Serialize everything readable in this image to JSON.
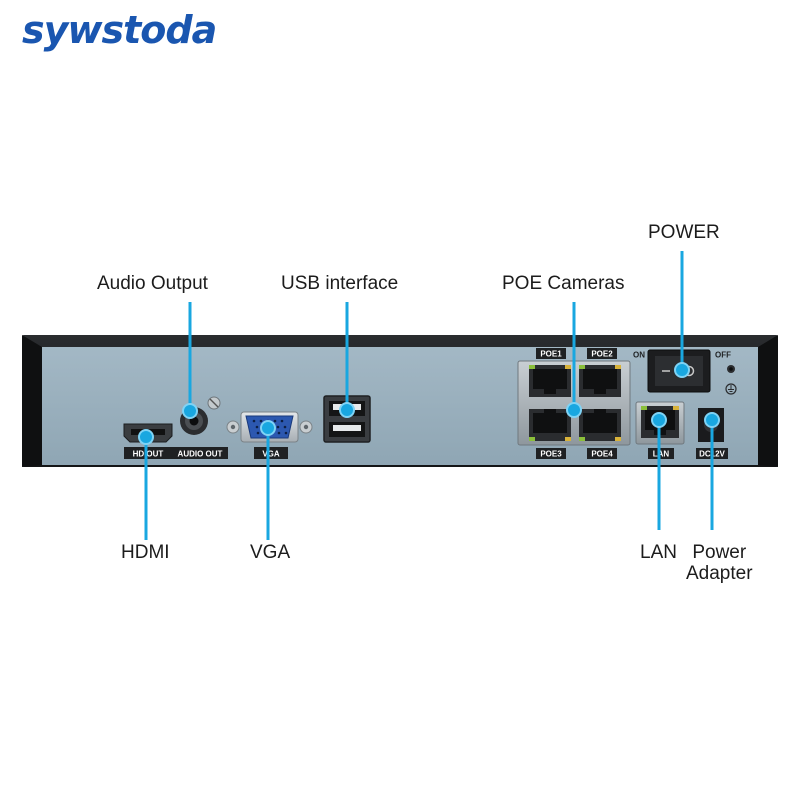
{
  "brand": "sywstoda",
  "callouts": {
    "power": "POWER",
    "audio_output": "Audio Output",
    "usb_interface": "USB interface",
    "poe_cameras": "POE Cameras",
    "hdmi": "HDMI",
    "vga": "VGA",
    "lan": "LAN",
    "power_adapter_line1": "Power",
    "power_adapter_line2": "Adapter"
  },
  "panel_labels": {
    "hd_out": "HD OUT",
    "audio_out": "AUDIO OUT",
    "vga": "VGA",
    "poe1": "POE1",
    "poe2": "POE2",
    "poe3": "POE3",
    "poe4": "POE4",
    "lan": "LAN",
    "dc12v": "DC12V",
    "on": "ON",
    "off": "OFF"
  },
  "colors": {
    "accent": "#19a7e0",
    "panel": "#98aebb",
    "chassis": "#1e2022",
    "brand": "#1a56b0"
  }
}
